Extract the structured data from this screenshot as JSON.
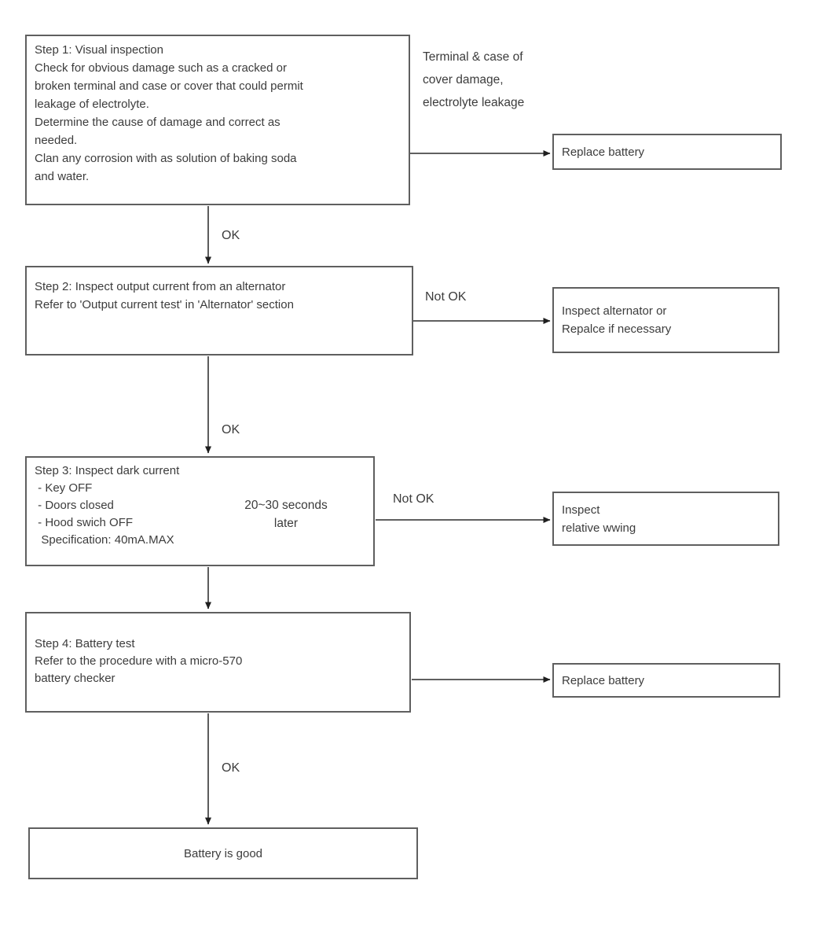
{
  "flow": {
    "boxes": {
      "step1": "Step 1: Visual inspection\nCheck for obvious damage such as a cracked or\nbroken terminal and case or cover that could permit\nleakage of electrolyte.\nDetermine the cause of damage and correct as\nneeded.\nClan any corrosion with as solution of baking soda\nand water.",
      "step2": "Step 2: Inspect output current from an alternator\nRefer to 'Output current test' in 'Alternator' section",
      "step3": "Step 3: Inspect dark current\n - Key OFF\n - Doors closed\n - Hood swich OFF\n  Specification: 40mA.MAX",
      "step4": "Step 4: Battery test\nRefer to the procedure with a micro-570\nbattery checker",
      "replace_battery_top": "Replace battery",
      "inspect_alternator": "Inspect alternator or\nRepalce if necessary",
      "inspect_wiring": "Inspect\nrelative wwing",
      "replace_battery_bottom": "Replace battery",
      "battery_good": "Battery is good"
    },
    "labels": {
      "step1_fail_condition": "Terminal & case of\ncover damage,\nelectrolyte leakage",
      "ok_step1": "OK",
      "not_ok_step2": "Not OK",
      "ok_step2": "OK",
      "timing_note": "20~30 seconds\nlater",
      "not_ok_step3": "Not OK",
      "ok_step4": "OK"
    },
    "colors": {
      "border": "#5f5f5f",
      "line": "#4a4a4a",
      "arrow": "#1f1f1f",
      "text": "#3c3c3c",
      "background": "#ffffff"
    }
  }
}
